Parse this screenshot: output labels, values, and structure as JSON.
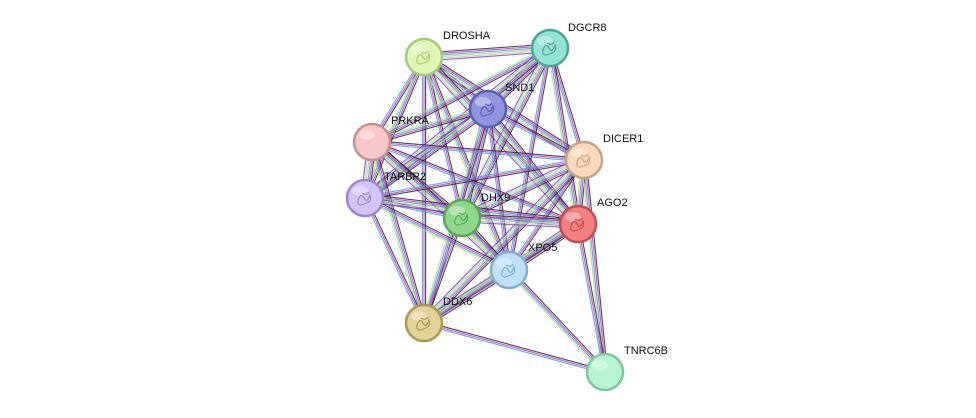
{
  "network": {
    "nodes": [
      {
        "id": "DROSHA",
        "label": "DROSHA",
        "fill": "#dff7b4",
        "stroke": "#a6c97a"
      },
      {
        "id": "DGCR8",
        "label": "DGCR8",
        "fill": "#93e2d3",
        "stroke": "#4ea597"
      },
      {
        "id": "SND1",
        "label": "SND1",
        "fill": "#8f94e0",
        "stroke": "#5a5fb0"
      },
      {
        "id": "PRKRA",
        "label": "PRKRA",
        "fill": "#f7c6c6",
        "stroke": "#c98f8f"
      },
      {
        "id": "DICER1",
        "label": "DICER1",
        "fill": "#fbd9bf",
        "stroke": "#caa283"
      },
      {
        "id": "TARBP2",
        "label": "TARBP2",
        "fill": "#d5c3f5",
        "stroke": "#9c86c8"
      },
      {
        "id": "DHX9",
        "label": "DHX9",
        "fill": "#8fd88a",
        "stroke": "#5aa655"
      },
      {
        "id": "AGO2",
        "label": "AGO2",
        "fill": "#f28080",
        "stroke": "#c04e4e"
      },
      {
        "id": "XPO5",
        "label": "XPO5",
        "fill": "#bfe0f7",
        "stroke": "#84aecb"
      },
      {
        "id": "DDX6",
        "label": "DDX6",
        "fill": "#e0d395",
        "stroke": "#a89a55"
      },
      {
        "id": "TNRC6B",
        "label": "TNRC6B",
        "fill": "#b5f5d2",
        "stroke": "#7fc7a0"
      }
    ],
    "edges": [
      [
        "DROSHA",
        "DGCR8"
      ],
      [
        "DROSHA",
        "SND1"
      ],
      [
        "DROSHA",
        "PRKRA"
      ],
      [
        "DROSHA",
        "DICER1"
      ],
      [
        "DROSHA",
        "TARBP2"
      ],
      [
        "DROSHA",
        "DHX9"
      ],
      [
        "DROSHA",
        "AGO2"
      ],
      [
        "DROSHA",
        "XPO5"
      ],
      [
        "DROSHA",
        "DDX6"
      ],
      [
        "DGCR8",
        "SND1"
      ],
      [
        "DGCR8",
        "PRKRA"
      ],
      [
        "DGCR8",
        "DICER1"
      ],
      [
        "DGCR8",
        "DHX9"
      ],
      [
        "DGCR8",
        "AGO2"
      ],
      [
        "DGCR8",
        "XPO5"
      ],
      [
        "DGCR8",
        "TARBP2"
      ],
      [
        "SND1",
        "PRKRA"
      ],
      [
        "SND1",
        "DICER1"
      ],
      [
        "SND1",
        "DHX9"
      ],
      [
        "SND1",
        "AGO2"
      ],
      [
        "SND1",
        "XPO5"
      ],
      [
        "SND1",
        "TARBP2"
      ],
      [
        "SND1",
        "DDX6"
      ],
      [
        "PRKRA",
        "DICER1"
      ],
      [
        "PRKRA",
        "TARBP2"
      ],
      [
        "PRKRA",
        "DHX9"
      ],
      [
        "PRKRA",
        "AGO2"
      ],
      [
        "PRKRA",
        "XPO5"
      ],
      [
        "PRKRA",
        "DDX6"
      ],
      [
        "DICER1",
        "TARBP2"
      ],
      [
        "DICER1",
        "DHX9"
      ],
      [
        "DICER1",
        "AGO2"
      ],
      [
        "DICER1",
        "XPO5"
      ],
      [
        "DICER1",
        "DDX6"
      ],
      [
        "DICER1",
        "TNRC6B"
      ],
      [
        "TARBP2",
        "DHX9"
      ],
      [
        "TARBP2",
        "AGO2"
      ],
      [
        "TARBP2",
        "XPO5"
      ],
      [
        "TARBP2",
        "DDX6"
      ],
      [
        "DHX9",
        "AGO2"
      ],
      [
        "DHX9",
        "XPO5"
      ],
      [
        "DHX9",
        "DDX6"
      ],
      [
        "AGO2",
        "XPO5"
      ],
      [
        "AGO2",
        "DDX6"
      ],
      [
        "AGO2",
        "TNRC6B"
      ],
      [
        "XPO5",
        "DDX6"
      ],
      [
        "XPO5",
        "TNRC6B"
      ],
      [
        "DDX6",
        "TNRC6B"
      ]
    ],
    "edge_colors": [
      "#2a2a2a",
      "#d433d4",
      "#3aa6d6",
      "#b8d96a",
      "#c8c8c8",
      "#7a3fd0"
    ]
  }
}
